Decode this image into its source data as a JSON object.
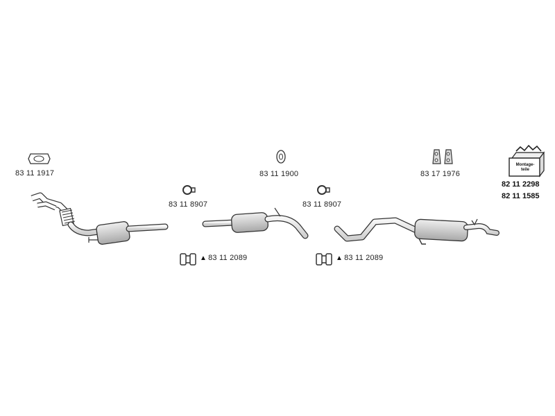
{
  "parts": {
    "gasket_front": "83 11 1917",
    "clamp_1": "83 11 8907",
    "gasket_mid": "83 11 1900",
    "clamp_2": "83 11 8907",
    "hangers": "83 17 1976",
    "clamp_pair_1": "83 11 2089",
    "clamp_pair_2": "83 11 2089"
  },
  "mounting_kit": {
    "box_label_line1": "Montage-",
    "box_label_line2": "teile",
    "code_1": "82 11 2298",
    "code_2": "82 11 1585"
  },
  "symbols": {
    "triangle": "▲"
  },
  "colors": {
    "line": "#333333",
    "fill": "#ffffff",
    "shade": "#cccccc"
  }
}
